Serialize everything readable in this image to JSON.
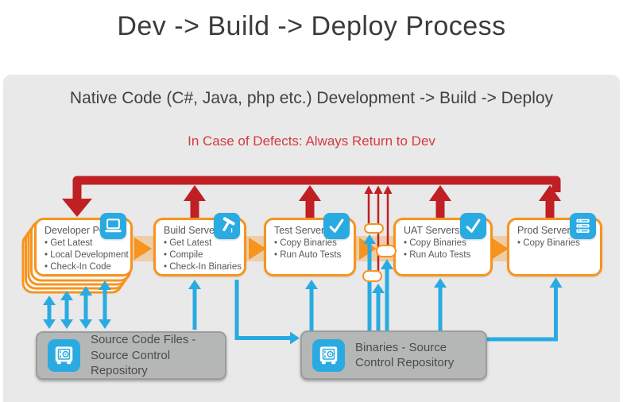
{
  "title": "Dev -> Build -> Deploy Process",
  "subtitle": "Native Code (C#, Java, php etc.) Development -> Build -> Deploy",
  "defect_note": "In Case of Defects: Always Return to Dev",
  "colors": {
    "orange_border": "#F7941E",
    "orange_band": "#F7941E",
    "blue": "#29ABE2",
    "red": "#C01F24",
    "red_text": "#D43A3F",
    "panel_gray": "#E9E9E9",
    "repo_fill": "#B5B6B6",
    "repo_border": "#9B9C9C",
    "box_text": "#57585A"
  },
  "stages": [
    {
      "title": "Developer PC",
      "icon": "laptop-icon",
      "stacked": true,
      "bullets": [
        "Get Latest",
        "Local Development",
        "Check-In Code"
      ]
    },
    {
      "title": "Build Server",
      "icon": "hammer-icon",
      "bullets": [
        "Get Latest",
        "Compile",
        "Check-In Binaries"
      ]
    },
    {
      "title": "Test Servers",
      "icon": "check-icon",
      "bullets": [
        "Copy Binaries",
        "Run Auto Tests"
      ]
    },
    {
      "title": "UAT Servers",
      "icon": "check-icon",
      "bullets": [
        "Copy Binaries",
        "Run Auto Tests"
      ]
    },
    {
      "title": "Prod Servers",
      "icon": "server-rack-icon",
      "bullets": [
        "Copy Binaries"
      ]
    }
  ],
  "repositories": [
    {
      "icon": "safe-icon",
      "line1": "Source Code Files -",
      "line2": "Source Control Repository"
    },
    {
      "icon": "safe-icon",
      "line1": "Binaries - Source",
      "line2": "Control Repository"
    }
  ]
}
